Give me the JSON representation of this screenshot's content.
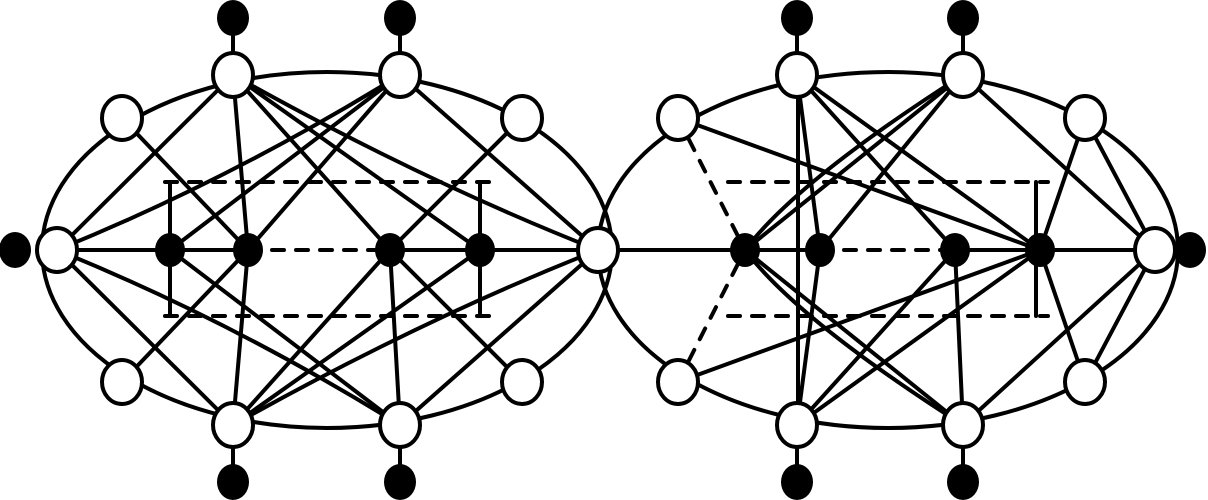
{
  "diagram": {
    "colors": {
      "stroke": "#000000",
      "open_node_fill": "#ffffff",
      "filled_node_fill": "#000000",
      "background": "#ffffff"
    },
    "components": 2,
    "node_kinds": [
      "open-circle",
      "filled-circle"
    ],
    "edge_kinds": [
      "solid",
      "dashed"
    ]
  }
}
